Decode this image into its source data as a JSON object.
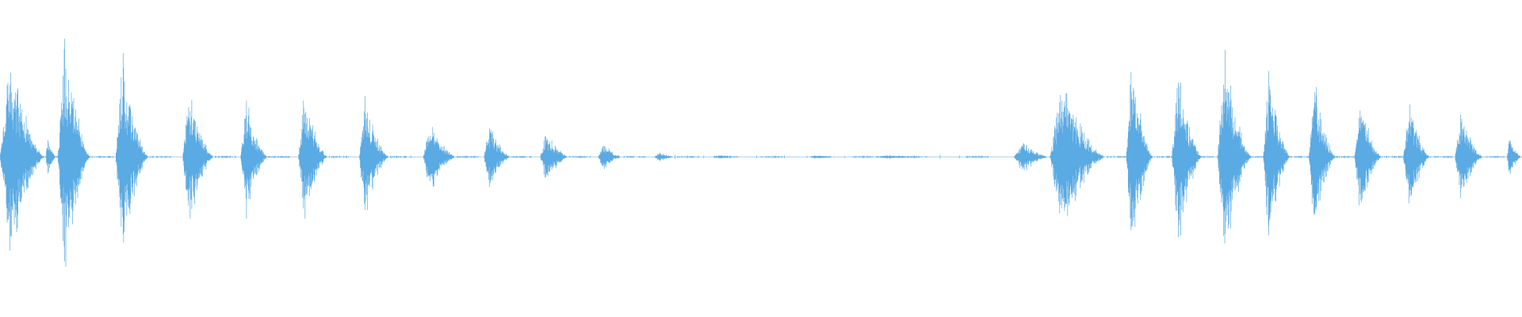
{
  "waveform": {
    "color": "#5aaae3",
    "background": "#ffffff",
    "duration_fraction_silent_gap": [
      0.665,
      0.667
    ],
    "bursts": [
      {
        "start": 0.0,
        "end": 0.03,
        "peak": 0.62
      },
      {
        "start": 0.03,
        "end": 0.037,
        "peak": 0.12
      },
      {
        "start": 0.038,
        "end": 0.06,
        "peak": 0.72
      },
      {
        "start": 0.076,
        "end": 0.098,
        "peak": 0.6
      },
      {
        "start": 0.12,
        "end": 0.141,
        "peak": 0.42
      },
      {
        "start": 0.158,
        "end": 0.176,
        "peak": 0.38
      },
      {
        "start": 0.196,
        "end": 0.216,
        "peak": 0.37
      },
      {
        "start": 0.236,
        "end": 0.256,
        "peak": 0.36
      },
      {
        "start": 0.278,
        "end": 0.3,
        "peak": 0.22
      },
      {
        "start": 0.318,
        "end": 0.336,
        "peak": 0.2
      },
      {
        "start": 0.355,
        "end": 0.374,
        "peak": 0.16
      },
      {
        "start": 0.393,
        "end": 0.41,
        "peak": 0.08
      },
      {
        "start": 0.43,
        "end": 0.445,
        "peak": 0.03
      },
      {
        "start": 0.466,
        "end": 0.5,
        "peak": 0.01
      },
      {
        "start": 0.53,
        "end": 0.56,
        "peak": 0.01
      },
      {
        "start": 0.57,
        "end": 0.635,
        "peak": 0.01
      },
      {
        "start": 0.667,
        "end": 0.69,
        "peak": 0.1
      },
      {
        "start": 0.69,
        "end": 0.727,
        "peak": 0.48
      },
      {
        "start": 0.74,
        "end": 0.758,
        "peak": 0.58
      },
      {
        "start": 0.77,
        "end": 0.79,
        "peak": 0.55
      },
      {
        "start": 0.8,
        "end": 0.823,
        "peak": 0.62
      },
      {
        "start": 0.83,
        "end": 0.848,
        "peak": 0.55
      },
      {
        "start": 0.86,
        "end": 0.878,
        "peak": 0.45
      },
      {
        "start": 0.89,
        "end": 0.908,
        "peak": 0.38
      },
      {
        "start": 0.922,
        "end": 0.94,
        "peak": 0.33
      },
      {
        "start": 0.956,
        "end": 0.975,
        "peak": 0.28
      },
      {
        "start": 0.99,
        "end": 1.0,
        "peak": 0.12
      }
    ]
  }
}
